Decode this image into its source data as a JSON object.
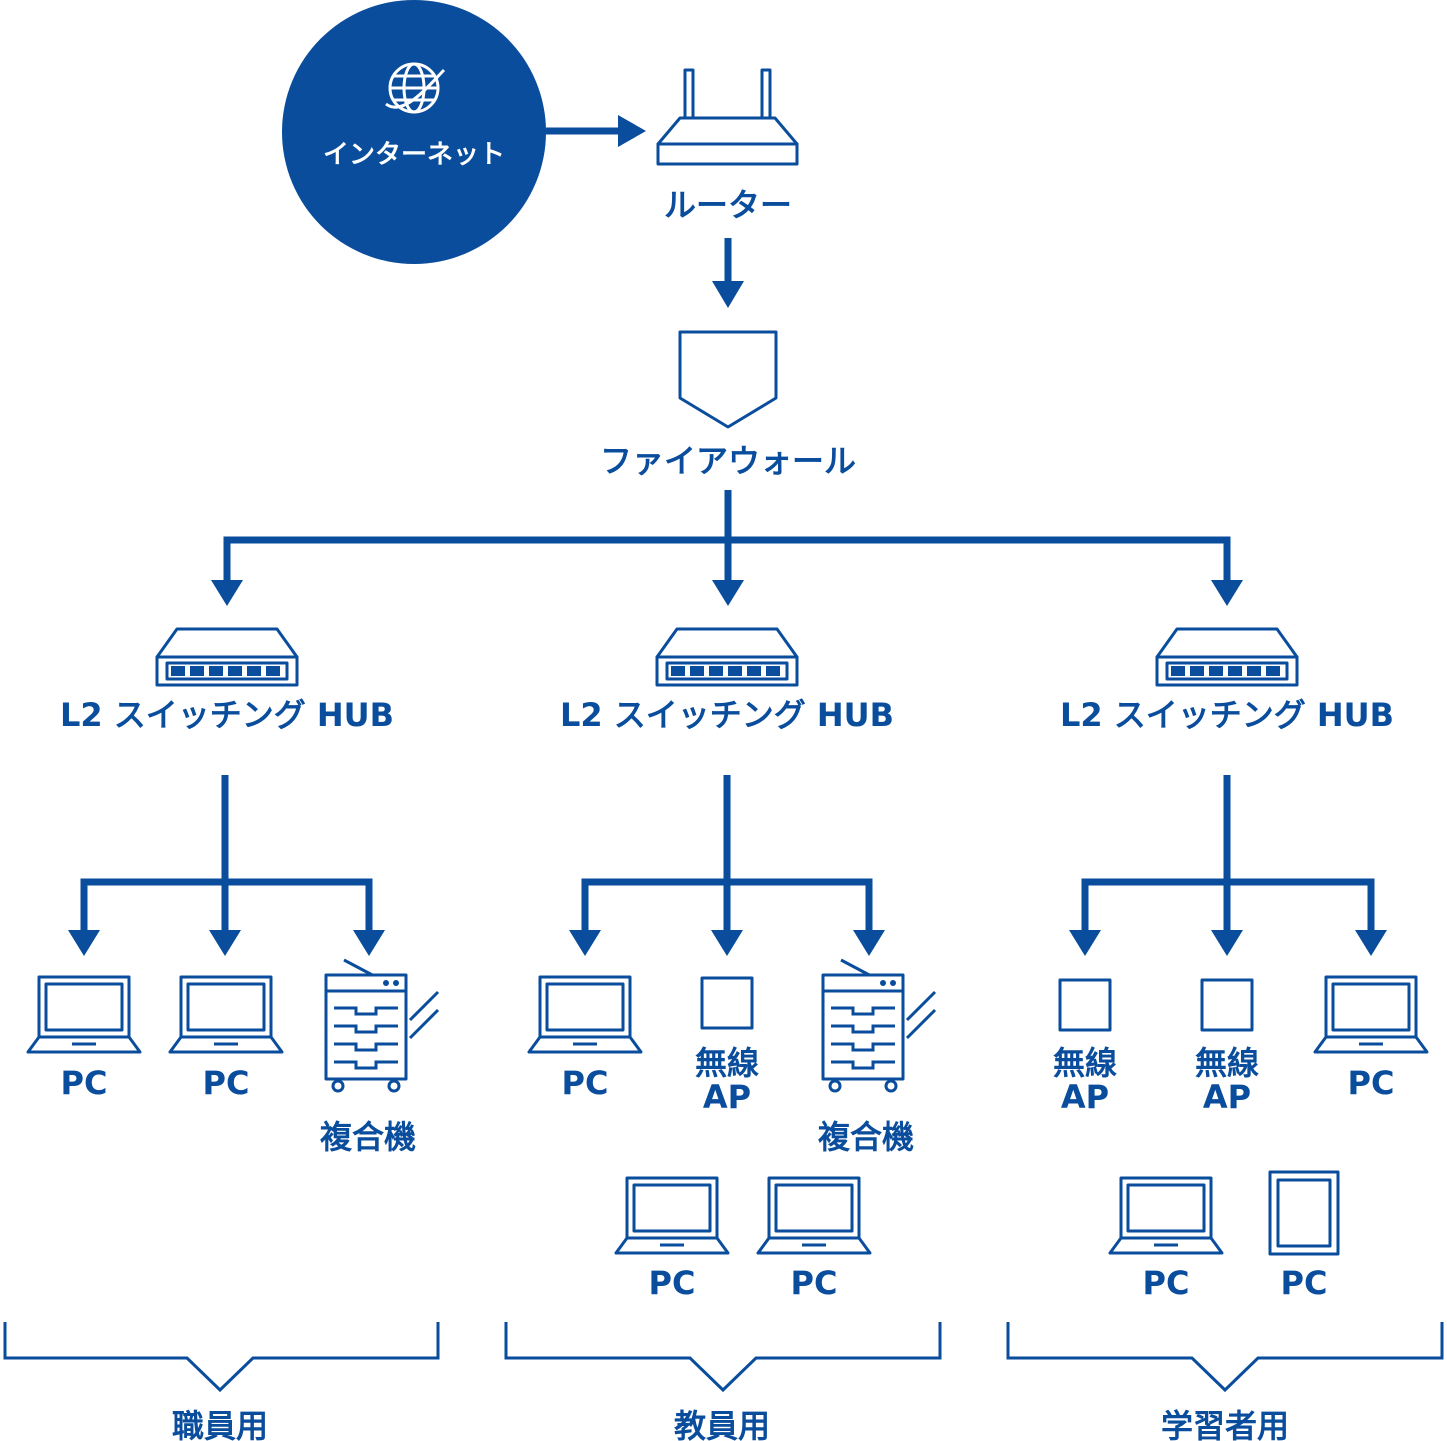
{
  "colors": {
    "primary": "#0a4d9c",
    "background": "#ffffff"
  },
  "nodes": {
    "internet": {
      "label": "インターネット",
      "icon": "globe-icon"
    },
    "router": {
      "label": "ルーター",
      "icon": "router-icon"
    },
    "firewall": {
      "label": "ファイアウォール",
      "icon": "shield-icon"
    }
  },
  "switches": [
    {
      "label": "L2 スイッチング HUB",
      "icon": "switch-hub-icon"
    },
    {
      "label": "L2 スイッチング HUB",
      "icon": "switch-hub-icon"
    },
    {
      "label": "L2 スイッチング HUB",
      "icon": "switch-hub-icon"
    }
  ],
  "groups": [
    {
      "name": "職員用",
      "devices": [
        {
          "label": "PC",
          "icon": "laptop-icon"
        },
        {
          "label": "PC",
          "icon": "laptop-icon"
        },
        {
          "label": "複合機",
          "icon": "multifunction-printer-icon"
        }
      ]
    },
    {
      "name": "教員用",
      "devices": [
        {
          "label": "PC",
          "icon": "laptop-icon"
        },
        {
          "label_lines": [
            "無線",
            "AP"
          ],
          "icon": "access-point-icon"
        },
        {
          "label": "複合機",
          "icon": "multifunction-printer-icon"
        },
        {
          "label": "PC",
          "icon": "laptop-icon"
        },
        {
          "label": "PC",
          "icon": "laptop-icon"
        }
      ]
    },
    {
      "name": "学習者用",
      "devices": [
        {
          "label_lines": [
            "無線",
            "AP"
          ],
          "icon": "access-point-icon"
        },
        {
          "label_lines": [
            "無線",
            "AP"
          ],
          "icon": "access-point-icon"
        },
        {
          "label": "PC",
          "icon": "laptop-icon"
        },
        {
          "label": "PC",
          "icon": "laptop-icon"
        },
        {
          "label": "PC",
          "icon": "tablet-icon"
        }
      ]
    }
  ]
}
